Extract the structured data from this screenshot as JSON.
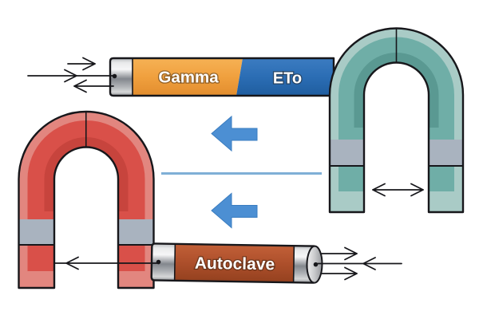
{
  "bars": {
    "top": {
      "segments": [
        {
          "label": "Gamma",
          "color": "#F0A03E"
        },
        {
          "label": "ETo",
          "color": "#2B6DB4"
        }
      ],
      "cap_color": "#C9CBCE"
    },
    "bottom": {
      "segments": [
        {
          "label": "Autoclave",
          "color": "#AD4F2B"
        }
      ],
      "cap_color": "#C9CBCE"
    }
  },
  "magnets": {
    "top_right": {
      "body_color": "#6FAEA7",
      "pole_band_color": "#A9B3BF",
      "foot_fill": "#C7CDD5",
      "foot_style": "hatched"
    },
    "left": {
      "body_color": "#D95049",
      "pole_band_color": "#A9B3BF",
      "foot_fill": "#C7CDD5",
      "foot_style": "hatched"
    }
  },
  "arrows": {
    "flow_color": "#4C8FD3",
    "divider_color": "#7FAFD6",
    "ink_color": "#17171B",
    "flow_direction": "left"
  },
  "icons": {
    "flow_upper": "arrow-left-icon",
    "flow_lower": "arrow-left-icon",
    "left_bar_end": "rays-in-out-arrows-icon",
    "right_bar_end": "rays-in-out-arrows-icon",
    "between_poles": "double-headed-arrow-icon",
    "through_legs": "arrow-left-icon"
  }
}
